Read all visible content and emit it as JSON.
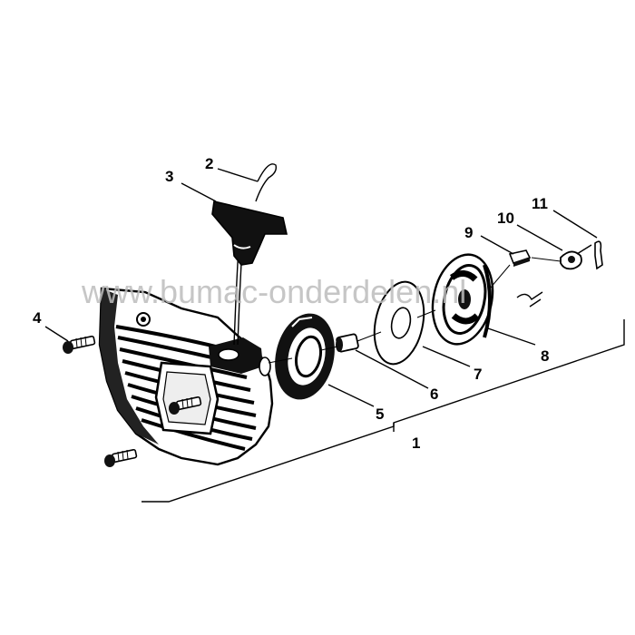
{
  "watermark": "www.bumac-onderdelen.nl",
  "callouts": [
    {
      "key": "c1",
      "text": "1"
    },
    {
      "key": "c2",
      "text": "2"
    },
    {
      "key": "c3",
      "text": "3"
    },
    {
      "key": "c4",
      "text": "4"
    },
    {
      "key": "c5",
      "text": "5"
    },
    {
      "key": "c6",
      "text": "6"
    },
    {
      "key": "c7",
      "text": "7"
    },
    {
      "key": "c8",
      "text": "8"
    },
    {
      "key": "c9",
      "text": "9"
    },
    {
      "key": "c10",
      "text": "10"
    },
    {
      "key": "c11",
      "text": "11"
    }
  ]
}
